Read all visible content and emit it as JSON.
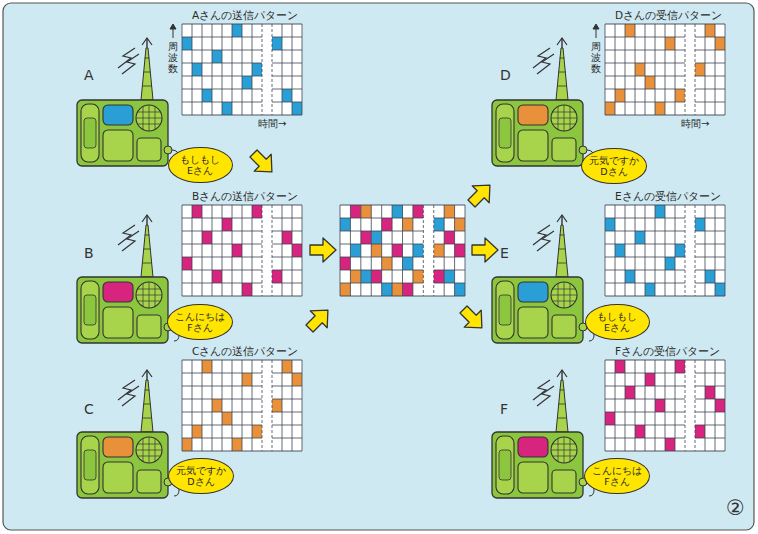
{
  "diagram": {
    "nodes": [
      {
        "text": [
          "Aさんの送信パターン",
          "周波数",
          "時間→"
        ]
      },
      {
        "text": [
          "Dさんの受信パターン",
          "周波数",
          "時間→"
        ]
      },
      {
        "text": [
          "もしもし Eさん"
        ]
      },
      {
        "text": [
          "元気ですか Dさん"
        ]
      },
      {
        "text": [
          "Bさんの送信パターン"
        ]
      },
      {
        "text": [
          "Eさんの受信パターン"
        ]
      },
      {
        "text": [
          "こんにちは Fさん"
        ]
      },
      {
        "text": [
          "もしもし Eさん"
        ]
      },
      {
        "text": [
          "Cさんの送信パターン"
        ]
      },
      {
        "text": [
          "Fさんの受信パターン"
        ]
      },
      {
        "text": [
          "元気ですか Dさん"
        ]
      },
      {
        "text": [
          "こんにちは Fさん"
        ]
      }
    ],
    "labels": [
      "A",
      "D",
      "B",
      "E",
      "C",
      "F",
      "②"
    ]
  }
}
